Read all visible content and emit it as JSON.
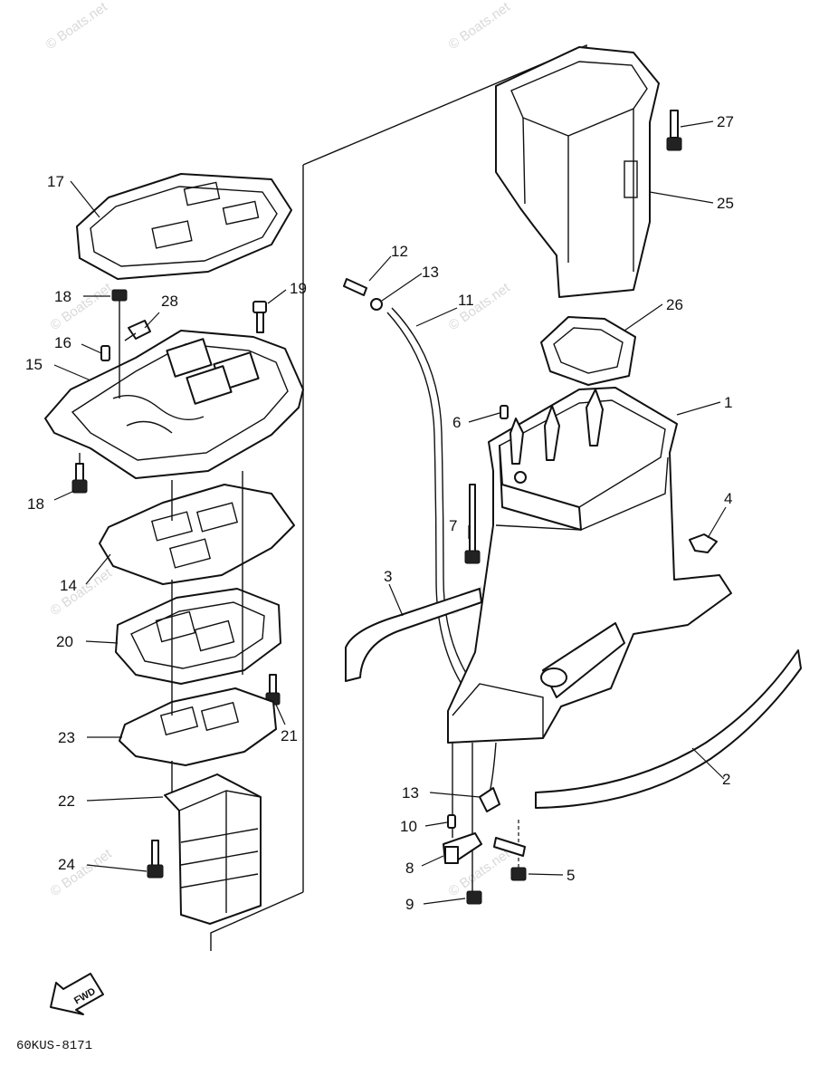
{
  "diagram": {
    "callouts": {
      "c1": "1",
      "c2": "2",
      "c3": "3",
      "c4": "4",
      "c5": "5",
      "c6": "6",
      "c7": "7",
      "c8": "8",
      "c9": "9",
      "c10": "10",
      "c11": "11",
      "c12": "12",
      "c13a": "13",
      "c13b": "13",
      "c14": "14",
      "c15": "15",
      "c16": "16",
      "c17": "17",
      "c18a": "18",
      "c18b": "18",
      "c19": "19",
      "c20": "20",
      "c21": "21",
      "c22": "22",
      "c23": "23",
      "c24": "24",
      "c25": "25",
      "c26": "26",
      "c27": "27",
      "c28": "28"
    },
    "fwd_label": "FWD",
    "drawing_code": "60KUS-8171",
    "watermark": "© Boats.net"
  }
}
